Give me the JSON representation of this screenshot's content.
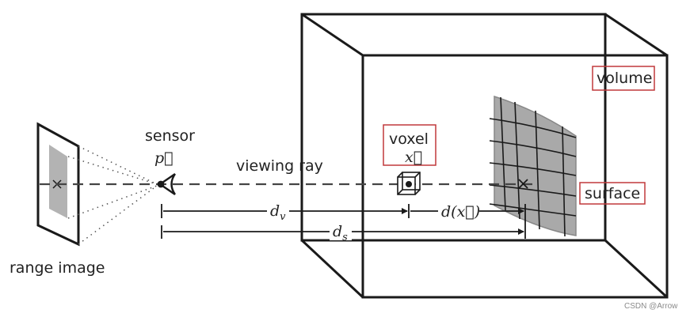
{
  "labels": {
    "sensor": "sensor",
    "sensor_vec": "p⃗",
    "viewing_ray": "viewing ray",
    "voxel": "voxel",
    "voxel_vec": "x⃗",
    "volume": "volume",
    "surface": "surface",
    "range_image": "range image",
    "d_v": "d",
    "d_v_sub": "v",
    "d_s": "d",
    "d_s_sub": "s",
    "d_x": "d(x⃗)"
  },
  "watermark": "CSDN @Arrow",
  "colors": {
    "stroke": "#1a1a1a",
    "highlight_box": "#c0393b",
    "surface_fill": "#a9a9a9",
    "image_fill": "#b3b3b3"
  }
}
